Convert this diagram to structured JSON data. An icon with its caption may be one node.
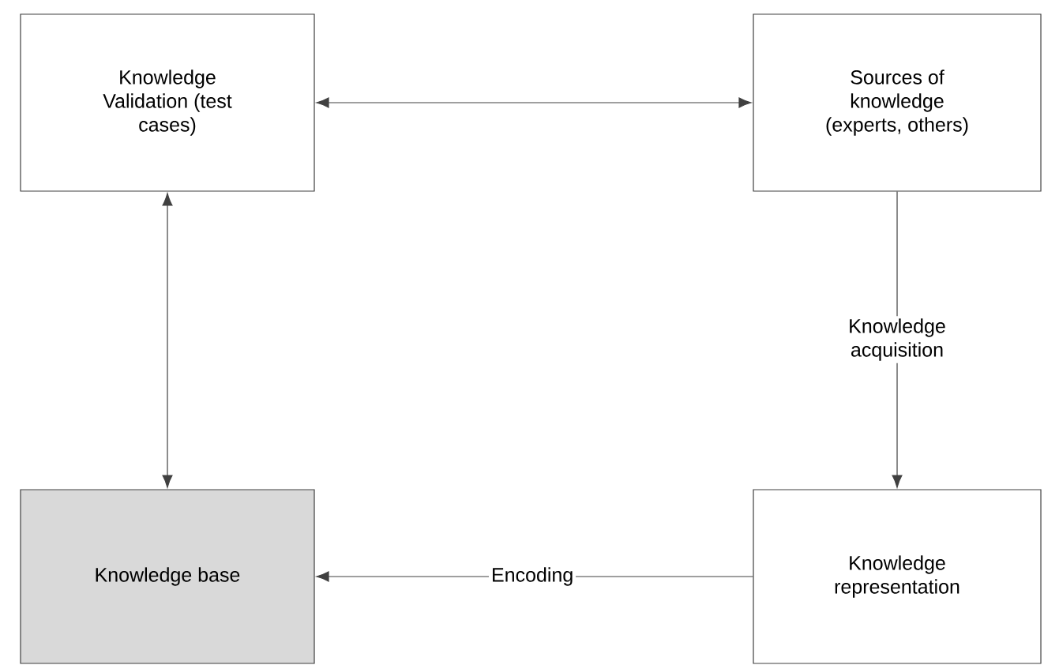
{
  "diagram": {
    "nodes": [
      {
        "text": [
          "Knowledge Validation (test cases)"
        ]
      },
      {
        "text": [
          "Sources of knowledge (experts, others)"
        ]
      },
      {
        "text": [
          "Knowledge base"
        ]
      },
      {
        "text": [
          "Knowledge representation"
        ]
      }
    ],
    "edges": [
      {
        "from": 0,
        "to": 1,
        "arrow": "both"
      },
      {
        "from": 0,
        "to": 2,
        "arrow": "both"
      },
      {
        "from": 1,
        "to": 3,
        "arrow": "to",
        "label": "Knowledge acquisition"
      },
      {
        "from": 3,
        "to": 2,
        "arrow": "to",
        "label": "Encoding"
      }
    ]
  }
}
